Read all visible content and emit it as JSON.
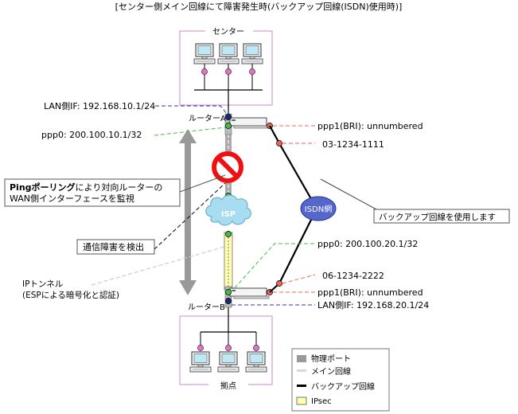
{
  "title": "[センター側メイン回線にて障害発生時(バックアップ回線(ISDN)使用時)]",
  "sites": {
    "center": "センター",
    "branch": "拠点"
  },
  "routers": {
    "a": "ルーターA",
    "b": "ルーターB"
  },
  "labels": {
    "lan_a": "LAN側IF: 192.168.10.1/24",
    "ppp0_a": "ppp0: 200.100.10.1/32",
    "ppp1_a": "ppp1(BRI): unnumbered",
    "tel_a": "03-1234-1111",
    "ppp0_b": "ppp0: 200.100.20.1/32",
    "tel_b": "06-1234-2222",
    "ppp1_b": "ppp1(BRI): unnumbered",
    "lan_b": "LAN側IF: 192.168.20.1/24",
    "isp": "ISP",
    "isdn": "ISDN網",
    "ping_line1_bold": "Pingポーリング",
    "ping_line1_rest": "により対向ルーターの",
    "ping_line2": "WAN側インターフェースを監視",
    "detect": "通信障害を検出",
    "backup_use": "バックアップ回線を使用します",
    "tunnel_line1": "IPトンネル",
    "tunnel_line2": "(ESPによる暗号化と認証)"
  },
  "legend": {
    "items": [
      {
        "label": "物理ポート",
        "color": "#999999"
      },
      {
        "label": "メイン回線",
        "color": "#d8d8d8"
      },
      {
        "label": "バックアップ回線",
        "color": "#000000"
      },
      {
        "label": "IPsec",
        "color": "#ffffb0"
      }
    ]
  },
  "colors": {
    "site_border": "#cc88cc",
    "pc_node": "#e870c8",
    "port_green": "#44bb44",
    "port_blue": "#1a2a7a",
    "port_red": "#ee6655",
    "isp_cloud": "#a8dcf0",
    "isdn_cloud": "#5566cc",
    "stop_red": "#ee1111"
  }
}
